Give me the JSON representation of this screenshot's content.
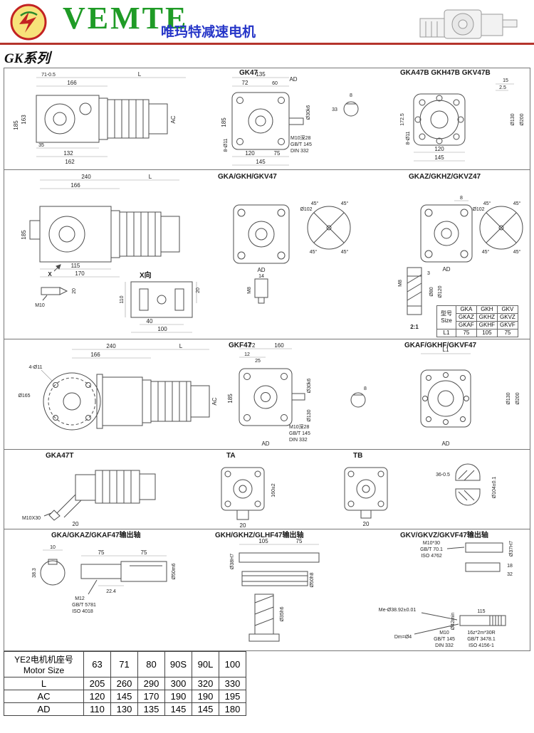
{
  "header": {
    "brand": "VEMTE",
    "subtitle": "唯玛特减速电机",
    "series": "GK系列"
  },
  "s1": {
    "t1": "GK47",
    "t2": "GKA47B GKH47B GKV47B",
    "left": [
      "71-0.5",
      "166",
      "L",
      "163",
      "185",
      "35",
      "132",
      "162",
      "AC"
    ],
    "mid": [
      "135",
      "72",
      "AD",
      "60",
      "185",
      "Ø30k6",
      "8-Ø11",
      "120",
      "75",
      "145",
      "M10深28",
      "GB/T 145",
      "DIN 332"
    ],
    "right": [
      "15",
      "2.5",
      "8",
      "33",
      "172.5",
      "8-Ø11",
      "120",
      "145",
      "Ø130",
      "Ø200"
    ]
  },
  "s2": {
    "t1": "GKA/GKH/GKV47",
    "t2": "GKAZ/GKHZ/GKVZ47",
    "left": [
      "240",
      "166",
      "L",
      "185",
      "X",
      "115",
      "170"
    ],
    "mid": [
      "AD",
      "14",
      "M8"
    ],
    "c1": [
      "Ø102",
      "45°",
      "45°",
      "45°",
      "45°"
    ],
    "right": [
      "8",
      "AD"
    ],
    "c2": [
      "Ø102",
      "45°",
      "45°",
      "45°",
      "45°"
    ]
  },
  "s3": {
    "t": "X向",
    "left": [
      "M10",
      "20"
    ],
    "foot": [
      "110",
      "20",
      "40",
      "100"
    ],
    "det": [
      "3",
      "Ø80",
      "Ø120",
      "M8",
      "2:1"
    ],
    "table": {
      "h1": "型号",
      "h2": "Size",
      "rows": [
        [
          "GKA",
          "GKH",
          "GKV"
        ],
        [
          "GKAZ",
          "GKHZ",
          "GKVZ"
        ],
        [
          "GKAF",
          "GKHF",
          "GKVF"
        ]
      ],
      "l1": [
        "L1",
        "75",
        "105",
        "75"
      ]
    }
  },
  "s4": {
    "t1": "GKF47",
    "t2": "GKAF/GKHF/GKVF47",
    "left": [
      "240",
      "166",
      "L",
      "4-Ø11",
      "Ø165",
      "AC"
    ],
    "mid": [
      "72",
      "160",
      "12",
      "25",
      "185",
      "Ø30k6",
      "Ø130",
      "AD",
      "M10深28",
      "GB/T 145",
      "DIN 332"
    ],
    "right": [
      "L1",
      "8",
      "Ø130",
      "Ø200",
      "AD"
    ]
  },
  "s5": {
    "t1": "GKA47T",
    "t2": "TA",
    "t3": "TB",
    "left": [
      "M10X30",
      "20"
    ],
    "ta": [
      "20",
      "160±2"
    ],
    "tb": [
      "20"
    ],
    "det": [
      "36-0.5",
      "Ø104±0.1"
    ]
  },
  "s6": {
    "t1": "GKA/GKAZ/GKAF47输出轴",
    "t2": "GKH/GKHZ/GLHF47输出轴",
    "t3": "GKV/GKVZ/GKVF47输出轴",
    "left": [
      "10",
      "38.3",
      "75",
      "75",
      "22.4",
      "M12",
      "GB/T 5781",
      "ISO 4018",
      "Ø50m6"
    ],
    "mid": [
      "105",
      "75",
      "Ø38H7",
      "Ø50h8",
      "Ø35h6"
    ],
    "right": [
      "M10*30",
      "GB/T 70.1",
      "ISO 4762",
      "Ø37H7",
      "18",
      "32",
      "Me-Ø38.92±0.01",
      "Ø42min",
      "115",
      "Dm=Ø4",
      "M10",
      "GB/T 145",
      "DIN 332",
      "16z*2m*30R",
      "GB/T 3478.1",
      "ISO 4156-1"
    ]
  },
  "motor_table": {
    "h1": "YE2电机机座号",
    "h2": "Motor Size",
    "sizes": [
      "63",
      "71",
      "80",
      "90S",
      "90L",
      "100"
    ],
    "rows": [
      {
        "label": "L",
        "values": [
          "205",
          "260",
          "290",
          "300",
          "320",
          "330"
        ]
      },
      {
        "label": "AC",
        "values": [
          "120",
          "145",
          "170",
          "190",
          "190",
          "195"
        ]
      },
      {
        "label": "AD",
        "values": [
          "110",
          "130",
          "135",
          "145",
          "145",
          "180"
        ]
      }
    ]
  }
}
